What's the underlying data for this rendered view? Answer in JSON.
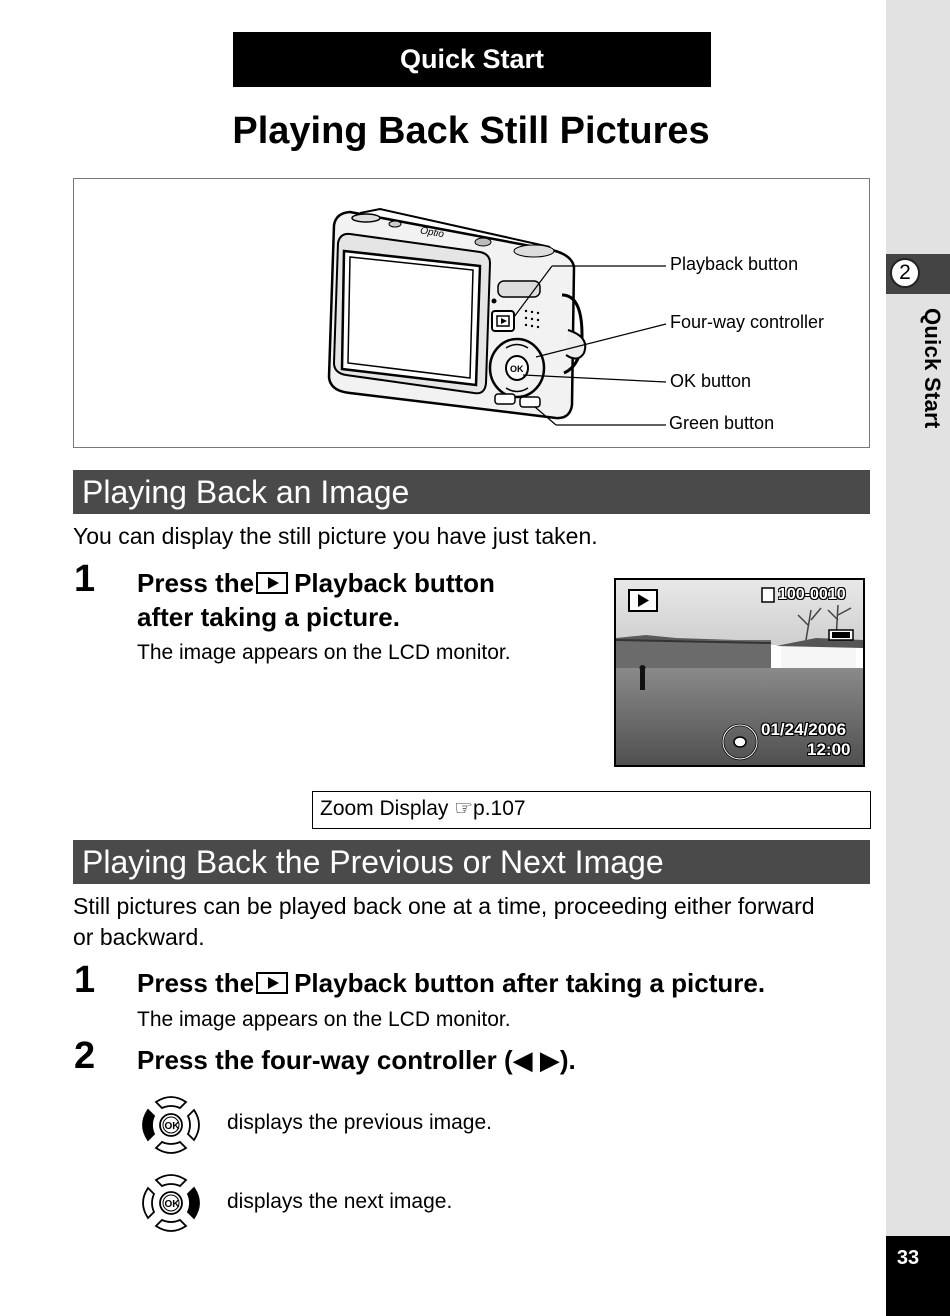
{
  "header": {
    "label": "Quick Start"
  },
  "title": "Playing Back Still Pictures",
  "diagram": {
    "callouts": [
      "Playback button",
      "Four-way controller",
      "OK button",
      "Green button"
    ],
    "camera_brand": "Optio"
  },
  "section1": {
    "heading": "Playing Back an Image",
    "intro": "You can display the still picture you have just taken.",
    "step1": {
      "num": "1",
      "line1_before": "Press the",
      "line1_after": "Playback button",
      "line2": "after taking a picture.",
      "sub": "The image appears on the LCD monitor."
    },
    "lcd": {
      "file": "100-0010",
      "date": "01/24/2006",
      "time": "12:00"
    },
    "reference": "Zoom Display ☞p.107"
  },
  "section2": {
    "heading": "Playing Back the Previous or Next Image",
    "intro_line1": "Still pictures can be played back one at a time, proceeding either forward",
    "intro_line2": "or backward.",
    "step1": {
      "num": "1",
      "before": "Press the",
      "after": "Playback button after taking a picture.",
      "sub": "The image appears on the LCD monitor."
    },
    "step2": {
      "num": "2",
      "text": "Press the four-way controller (◀ ▶)."
    },
    "options": [
      {
        "text": "displays the previous image."
      },
      {
        "text": "displays the next image."
      }
    ]
  },
  "sidebar": {
    "chapter": "2",
    "label": "Quick Start"
  },
  "page_number": "33"
}
